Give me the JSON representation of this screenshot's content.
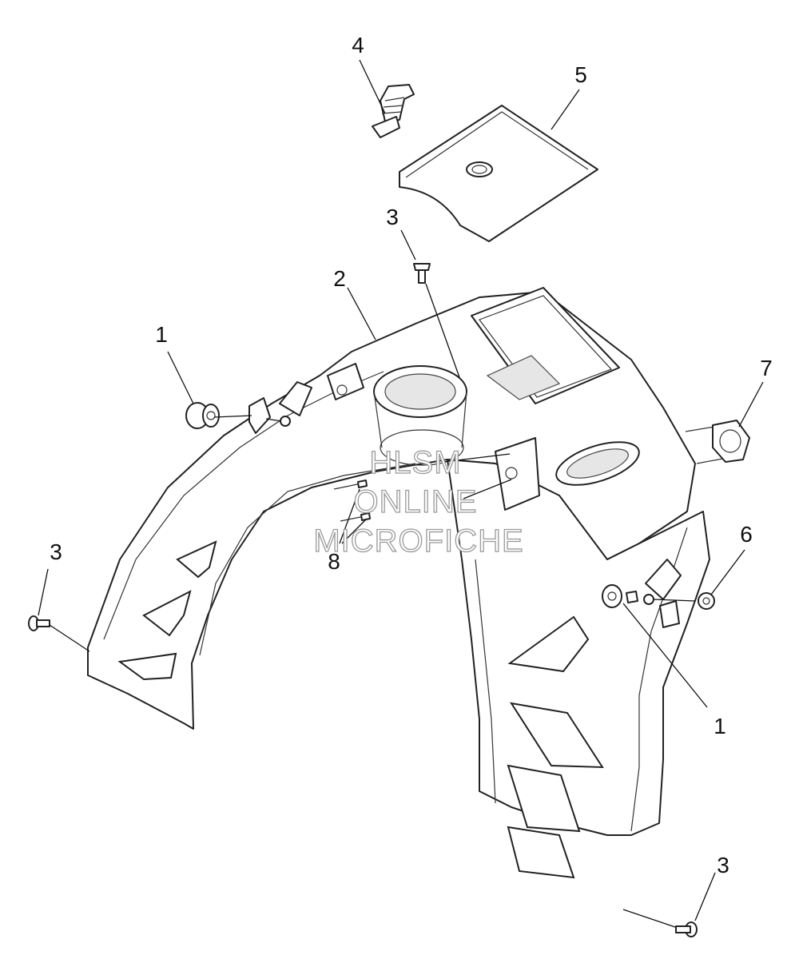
{
  "watermark": {
    "line1": "HLSM",
    "line2": "ONLINE",
    "line3": "MICROFICHE"
  },
  "callouts": [
    {
      "id": "c1a",
      "label": "1"
    },
    {
      "id": "c1b",
      "label": "1"
    },
    {
      "id": "c2",
      "label": "2"
    },
    {
      "id": "c3a",
      "label": "3"
    },
    {
      "id": "c3b",
      "label": "3"
    },
    {
      "id": "c3c",
      "label": "3"
    },
    {
      "id": "c4",
      "label": "4"
    },
    {
      "id": "c5",
      "label": "5"
    },
    {
      "id": "c6",
      "label": "6"
    },
    {
      "id": "c7",
      "label": "7"
    },
    {
      "id": "c8",
      "label": "8"
    }
  ]
}
